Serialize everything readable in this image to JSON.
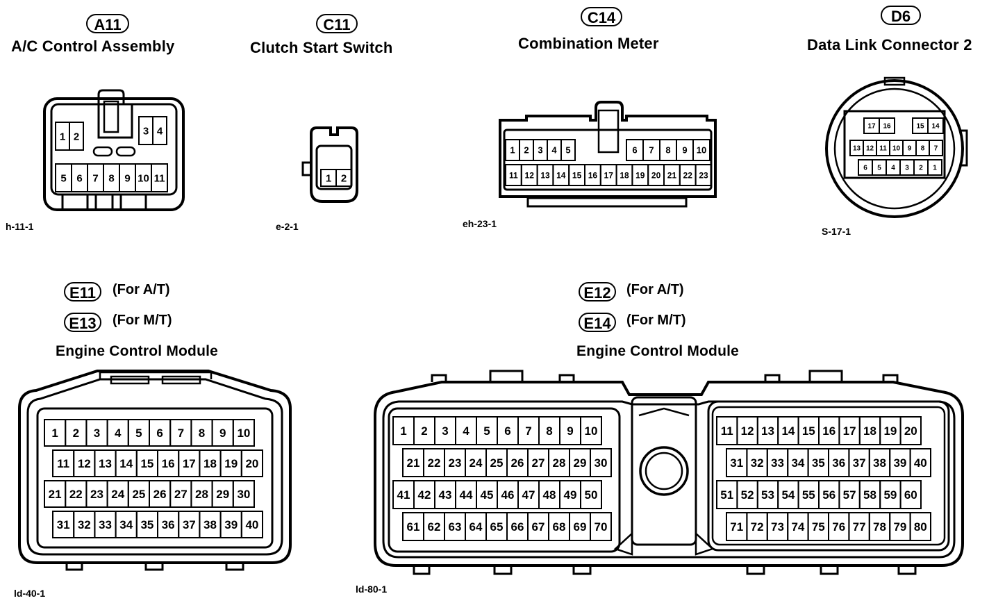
{
  "connectors": {
    "a11": {
      "code": "A11",
      "name": "A/C Control Assembly",
      "fig": "h-11-1",
      "pins_top_left": [
        "1",
        "2"
      ],
      "pins_top_right": [
        "3",
        "4"
      ],
      "pins_bottom": [
        "5",
        "6",
        "7",
        "8",
        "9",
        "10",
        "11"
      ]
    },
    "c11": {
      "code": "C11",
      "name": "Clutch Start Switch",
      "fig": "e-2-1",
      "pins": [
        "1",
        "2"
      ]
    },
    "c14": {
      "code": "C14",
      "name": "Combination Meter",
      "fig": "eh-23-1",
      "pins_top_left": [
        "1",
        "2",
        "3",
        "4",
        "5"
      ],
      "pins_top_right": [
        "6",
        "7",
        "8",
        "9",
        "10"
      ],
      "pins_bottom": [
        "11",
        "12",
        "13",
        "14",
        "15",
        "16",
        "17",
        "18",
        "19",
        "20",
        "21",
        "22",
        "23"
      ]
    },
    "d6": {
      "code": "D6",
      "name": "Data Link Connector 2",
      "fig": "S-17-1",
      "pins_r1_left": [
        "17",
        "16"
      ],
      "pins_r1_right": [
        "15",
        "14"
      ],
      "pins_r2": [
        "13",
        "12",
        "11",
        "10",
        "9",
        "8",
        "7"
      ],
      "pins_r3": [
        "6",
        "5",
        "4",
        "3",
        "2",
        "1"
      ]
    },
    "ecm40": {
      "variants": [
        {
          "code": "E11",
          "note": "(For A/T)"
        },
        {
          "code": "E13",
          "note": "(For M/T)"
        }
      ],
      "name": "Engine Control Module",
      "fig": "ld-40-1",
      "rows": [
        [
          "1",
          "2",
          "3",
          "4",
          "5",
          "6",
          "7",
          "8",
          "9",
          "10"
        ],
        [
          "11",
          "12",
          "13",
          "14",
          "15",
          "16",
          "17",
          "18",
          "19",
          "20"
        ],
        [
          "21",
          "22",
          "23",
          "24",
          "25",
          "26",
          "27",
          "28",
          "29",
          "30"
        ],
        [
          "31",
          "32",
          "33",
          "34",
          "35",
          "36",
          "37",
          "38",
          "39",
          "40"
        ]
      ]
    },
    "ecm80": {
      "variants": [
        {
          "code": "E12",
          "note": "(For A/T)"
        },
        {
          "code": "E14",
          "note": "(For M/T)"
        }
      ],
      "name": "Engine Control Module",
      "fig": "ld-80-1",
      "left_rows": [
        [
          "1",
          "2",
          "3",
          "4",
          "5",
          "6",
          "7",
          "8",
          "9",
          "10"
        ],
        [
          "21",
          "22",
          "23",
          "24",
          "25",
          "26",
          "27",
          "28",
          "29",
          "30"
        ],
        [
          "41",
          "42",
          "43",
          "44",
          "45",
          "46",
          "47",
          "48",
          "49",
          "50"
        ],
        [
          "61",
          "62",
          "63",
          "64",
          "65",
          "66",
          "67",
          "68",
          "69",
          "70"
        ]
      ],
      "right_rows": [
        [
          "11",
          "12",
          "13",
          "14",
          "15",
          "16",
          "17",
          "18",
          "19",
          "20"
        ],
        [
          "31",
          "32",
          "33",
          "34",
          "35",
          "36",
          "37",
          "38",
          "39",
          "40"
        ],
        [
          "51",
          "52",
          "53",
          "54",
          "55",
          "56",
          "57",
          "58",
          "59",
          "60"
        ],
        [
          "71",
          "72",
          "73",
          "74",
          "75",
          "76",
          "77",
          "78",
          "79",
          "80"
        ]
      ]
    }
  }
}
